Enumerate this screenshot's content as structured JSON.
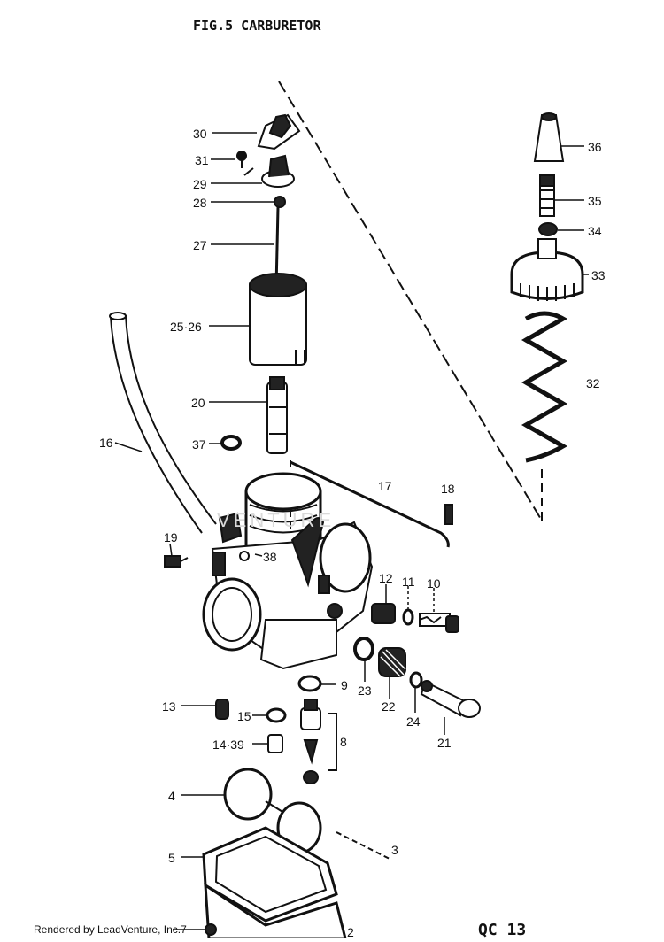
{
  "title": "FIG.5  CARBURETOR",
  "watermark": "VENTURE",
  "footer": "Rendered by LeadVenture, Inc.",
  "page_code": "QC 13",
  "callouts": {
    "c30": "30",
    "c31": "31",
    "c29": "29",
    "c28": "28",
    "c27": "27",
    "c2526": "25·26",
    "c20": "20",
    "c37": "37",
    "c16": "16",
    "c17": "17",
    "c18": "18",
    "c19": "19",
    "c38": "38",
    "c12": "12",
    "c11": "11",
    "c10": "10",
    "c23": "23",
    "c22": "22",
    "c24": "24",
    "c21": "21",
    "c9": "9",
    "c13": "13",
    "c15": "15",
    "c1439": "14·39",
    "c8": "8",
    "c4": "4",
    "c5": "5",
    "c3": "3",
    "c7": "7",
    "c2": "2",
    "c36": "36",
    "c35": "35",
    "c34": "34",
    "c33": "33",
    "c32": "32"
  }
}
